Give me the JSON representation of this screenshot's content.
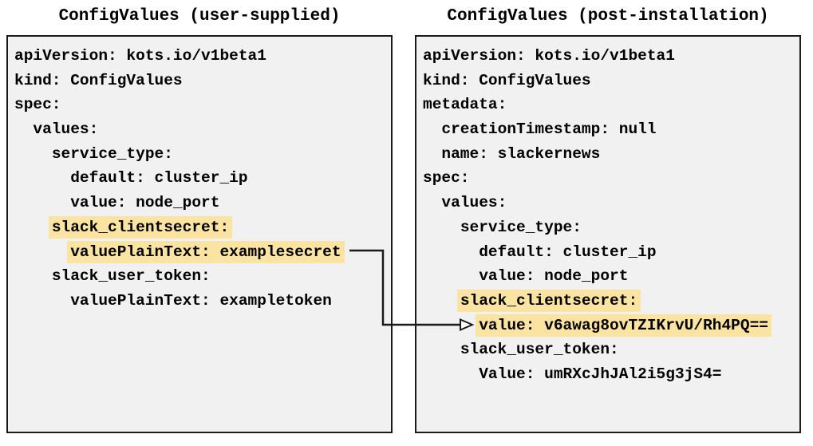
{
  "left_panel": {
    "title": "ConfigValues (user-supplied)",
    "lines": [
      {
        "indent": "",
        "text": "apiVersion: kots.io/v1beta1",
        "highlight": false
      },
      {
        "indent": "",
        "text": "kind: ConfigValues",
        "highlight": false
      },
      {
        "indent": "",
        "text": "spec:",
        "highlight": false
      },
      {
        "indent": "  ",
        "text": "values:",
        "highlight": false
      },
      {
        "indent": "    ",
        "text": "service_type:",
        "highlight": false
      },
      {
        "indent": "      ",
        "text": "default: cluster_ip",
        "highlight": false
      },
      {
        "indent": "      ",
        "text": "value: node_port",
        "highlight": false
      },
      {
        "indent": "    ",
        "text": "slack_clientsecret:",
        "highlight": true
      },
      {
        "indent": "      ",
        "text": "valuePlainText: examplesecret",
        "highlight": true
      },
      {
        "indent": "    ",
        "text": "slack_user_token:",
        "highlight": false
      },
      {
        "indent": "      ",
        "text": "valuePlainText: exampletoken",
        "highlight": false
      }
    ]
  },
  "right_panel": {
    "title": "ConfigValues (post-installation)",
    "lines": [
      {
        "indent": "",
        "text": "apiVersion: kots.io/v1beta1",
        "highlight": false
      },
      {
        "indent": "",
        "text": "kind: ConfigValues",
        "highlight": false
      },
      {
        "indent": "",
        "text": "metadata:",
        "highlight": false
      },
      {
        "indent": "  ",
        "text": "creationTimestamp: null",
        "highlight": false
      },
      {
        "indent": "  ",
        "text": "name: slackernews",
        "highlight": false
      },
      {
        "indent": "",
        "text": "spec:",
        "highlight": false
      },
      {
        "indent": "  ",
        "text": "values:",
        "highlight": false
      },
      {
        "indent": "    ",
        "text": "service_type:",
        "highlight": false
      },
      {
        "indent": "      ",
        "text": "default: cluster_ip",
        "highlight": false
      },
      {
        "indent": "      ",
        "text": "value: node_port",
        "highlight": false
      },
      {
        "indent": "    ",
        "text": "slack_clientsecret:",
        "highlight": true
      },
      {
        "indent": "      ",
        "text": "value: v6awag8ovTZIKrvU/Rh4PQ==",
        "highlight": true
      },
      {
        "indent": "    ",
        "text": "slack_user_token:",
        "highlight": false
      },
      {
        "indent": "      ",
        "text": "Value: umRXcJhJAl2i5g3jS4=",
        "highlight": false
      }
    ]
  },
  "arrow": {
    "description": "maps valuePlainText: examplesecret to encrypted value",
    "color": "#1a1a1a"
  },
  "colors": {
    "highlight": "#fbe3a2",
    "panel_background": "#f1f1f2",
    "border": "#1a1a1a",
    "text": "#000000",
    "page_background": "#ffffff"
  }
}
